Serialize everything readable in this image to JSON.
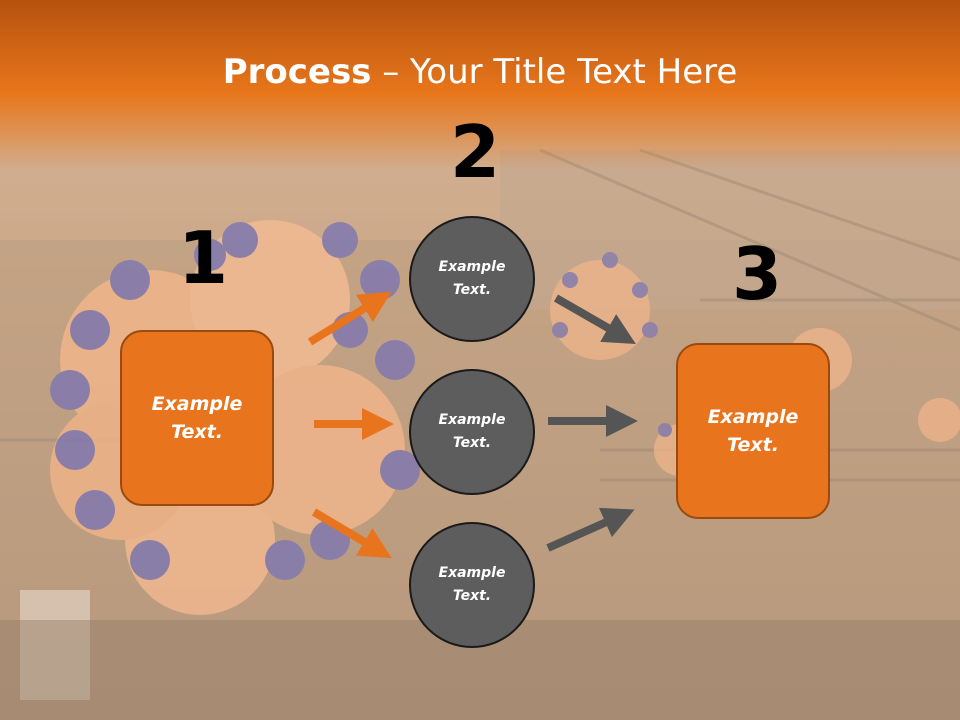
{
  "slide": {
    "title_bold": "Process",
    "title_rest": " – Your Title Text Here",
    "colors": {
      "header": "#e8761b",
      "box": "#e8741e",
      "circle": "#5d5d5d",
      "arrow_orange": "#e8741e",
      "arrow_gray": "#555555"
    }
  },
  "steps": {
    "n1": "1",
    "n2": "2",
    "n3": "3"
  },
  "boxes": {
    "left": "Example\nText.",
    "right": "Example\nText."
  },
  "circles": {
    "top": "Example\nText.",
    "middle": "Example\nText.",
    "bottom": "Example\nText."
  }
}
